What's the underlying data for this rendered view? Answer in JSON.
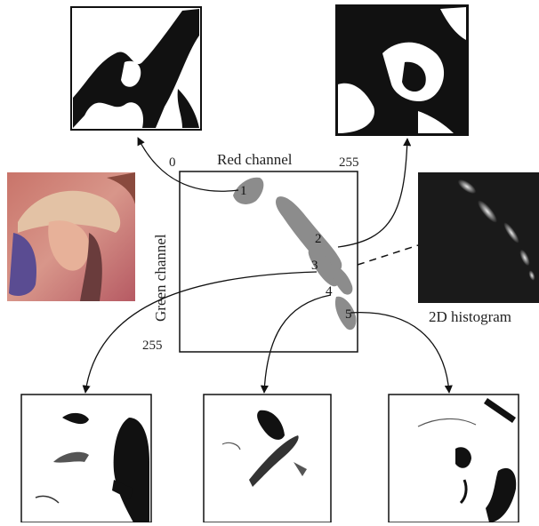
{
  "figure": {
    "axis_x_label": "Red channel",
    "axis_y_label": "Green channel",
    "axis_x_min": "0",
    "axis_x_max": "255",
    "axis_y_max": "255",
    "histogram_label": "2D histogram",
    "cluster_labels": [
      "1",
      "2",
      "3",
      "4",
      "5"
    ]
  },
  "colors": {
    "cluster_fill": "#8c8c8c",
    "frame": "#111111",
    "histogram_bg": "#1a1a1a"
  },
  "icons": {
    "source_image": "photo-thumbnail",
    "segment_images": [
      "binary-mask-thumbnail"
    ]
  }
}
